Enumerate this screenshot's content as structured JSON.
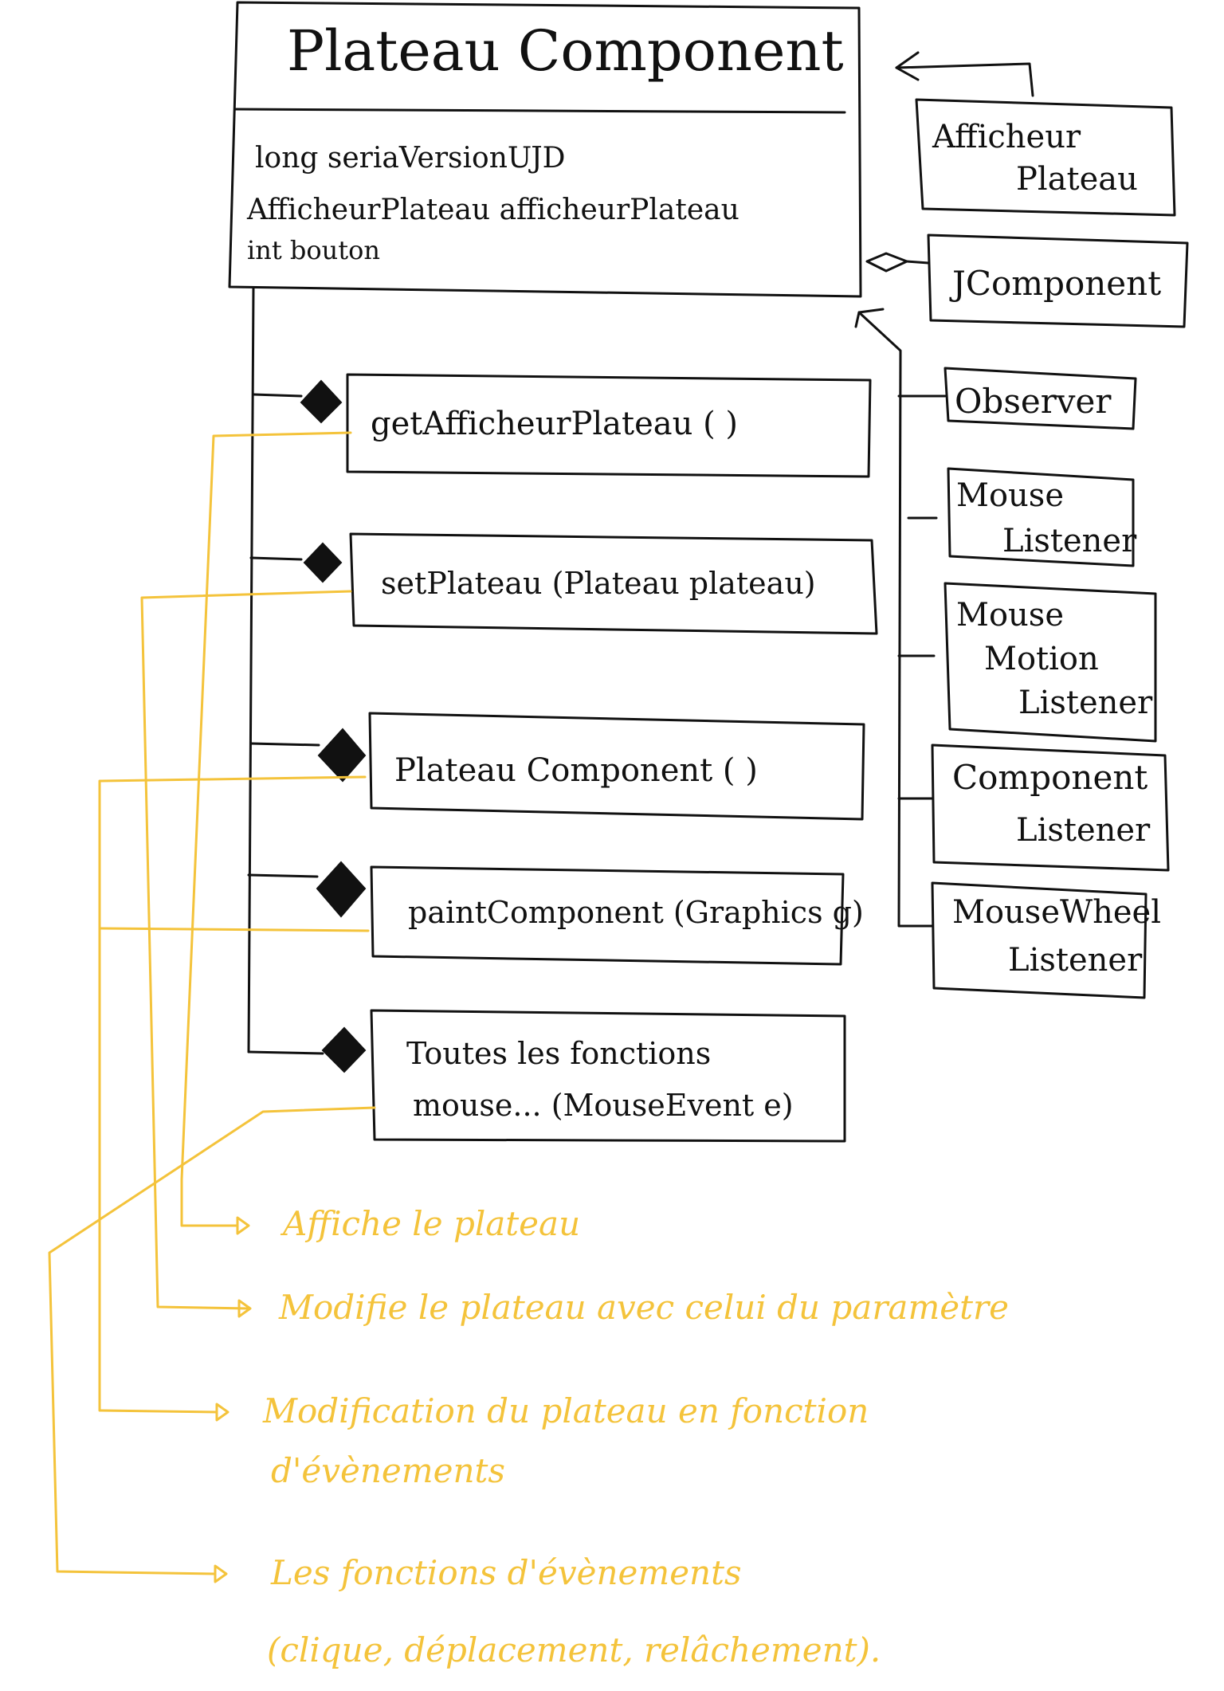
{
  "class": {
    "name": "Plateau Component",
    "attributes": [
      "long seriaVersionUJD",
      "AfficheurPlateau afficheurPlateau",
      "int bouton"
    ],
    "methods": [
      "getAfficheurPlateau ( )",
      "setPlateau (Plateau plateau)",
      "Plateau Component ( )",
      "paintComponent (Graphics g)",
      [
        "Toutes les fonctions",
        "mouse... (MouseEvent e)"
      ]
    ]
  },
  "related": {
    "afficheur": [
      "Afficheur",
      "Plateau"
    ],
    "jcomponent": "JComponent"
  },
  "interfaces": [
    [
      "Observer"
    ],
    [
      "Mouse",
      "Listener"
    ],
    [
      "Mouse",
      "Motion",
      "Listener"
    ],
    [
      "Component",
      "Listener"
    ],
    [
      "MouseWheel",
      "Listener"
    ]
  ],
  "notes": [
    [
      "Affiche le plateau"
    ],
    [
      "Modifie le plateau avec celui du paramètre"
    ],
    [
      "Modification du plateau en fonction",
      "d'évènements"
    ],
    [
      "Les fonctions d'évènements",
      "(clique, déplacement, relâchement)."
    ]
  ],
  "colors": {
    "ink": "#111111",
    "annotation": "#f4c33b"
  }
}
